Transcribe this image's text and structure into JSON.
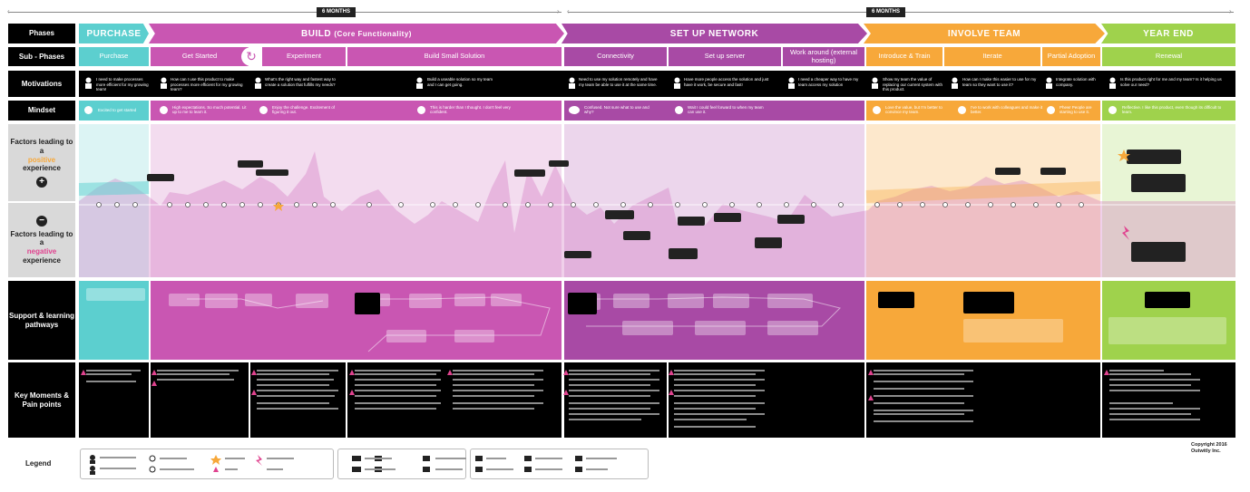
{
  "timeline": {
    "left_badge": "6 MONTHS",
    "right_badge": "6 MONTHS"
  },
  "rows": {
    "phases": "Phases",
    "subphases": "Sub - Phases",
    "motivations": "Motivations",
    "mindset": "Mindset",
    "factors_positive_lead": "Factors leading to a",
    "factors_positive_word": "positive",
    "factors_experience": "experience",
    "factors_negative_lead": "Factors leading to a",
    "factors_negative_word": "negative",
    "support": "Support & learning pathways",
    "key": "Key Moments & Pain points",
    "legend": "Legend"
  },
  "phases": [
    {
      "label": "PURCHASE",
      "sub": ""
    },
    {
      "label": "BUILD",
      "sub": "(Core Functionality)"
    },
    {
      "label": "SET UP NETWORK",
      "sub": ""
    },
    {
      "label": "INVOLVE TEAM",
      "sub": ""
    },
    {
      "label": "YEAR END",
      "sub": ""
    }
  ],
  "subphases": [
    "Purchase",
    "Get Started",
    "Experiment",
    "Build Small Solution",
    "Connectivity",
    "Set up server",
    "Work around (external hosting)",
    "Introduce & Train",
    "Iterate",
    "Partial Adoption",
    "Renewal"
  ],
  "motivations": [
    "I need to make processes more efficient for my growing team!",
    "How can I use this product to make processes more efficient for my growing team?",
    "What's the right way and fastest way to create a solution that fulfills my needs?",
    "Build a useable solution so my team and I can get going.",
    "Need to use my solution remotely and have my team be able to use it at the same time.",
    "Have more people access the solution and just have it work, be secure and fast!",
    "I need a cheaper way to have my team access my solution",
    "Show my team the value of replacing our current system with this product.",
    "How can I make this easier to use for my team so they want to use it?",
    "Integrate solution with company.",
    "Is this product right for me and my team? Is it helping us solve our need?"
  ],
  "mindset": [
    "Excited to get started",
    "High expectations. So much potential. Lit up to me to learn it.",
    "Enjoy the challenge. Excitement of figuring it out.",
    "This is harder than I thought. I don't feel very confident.",
    "Confused. Not sure what to use and why?",
    "Wait I could feel forward to when my team can use it.",
    "Love the value, but I'm better to convince my team.",
    "I've to work with colleagues and make it better.",
    "Phew! People are starting to use it.",
    "Reflective. I like this product, even though its difficult to learn."
  ],
  "copyright": {
    "line1": "Copyright 2016",
    "line2": "Outwitly Inc."
  },
  "colors": {
    "purchase": "#5ccfcf",
    "build": "#c956b2",
    "network": "#a84aa5",
    "team": "#f7a83a",
    "yearend": "#9fd24c"
  }
}
